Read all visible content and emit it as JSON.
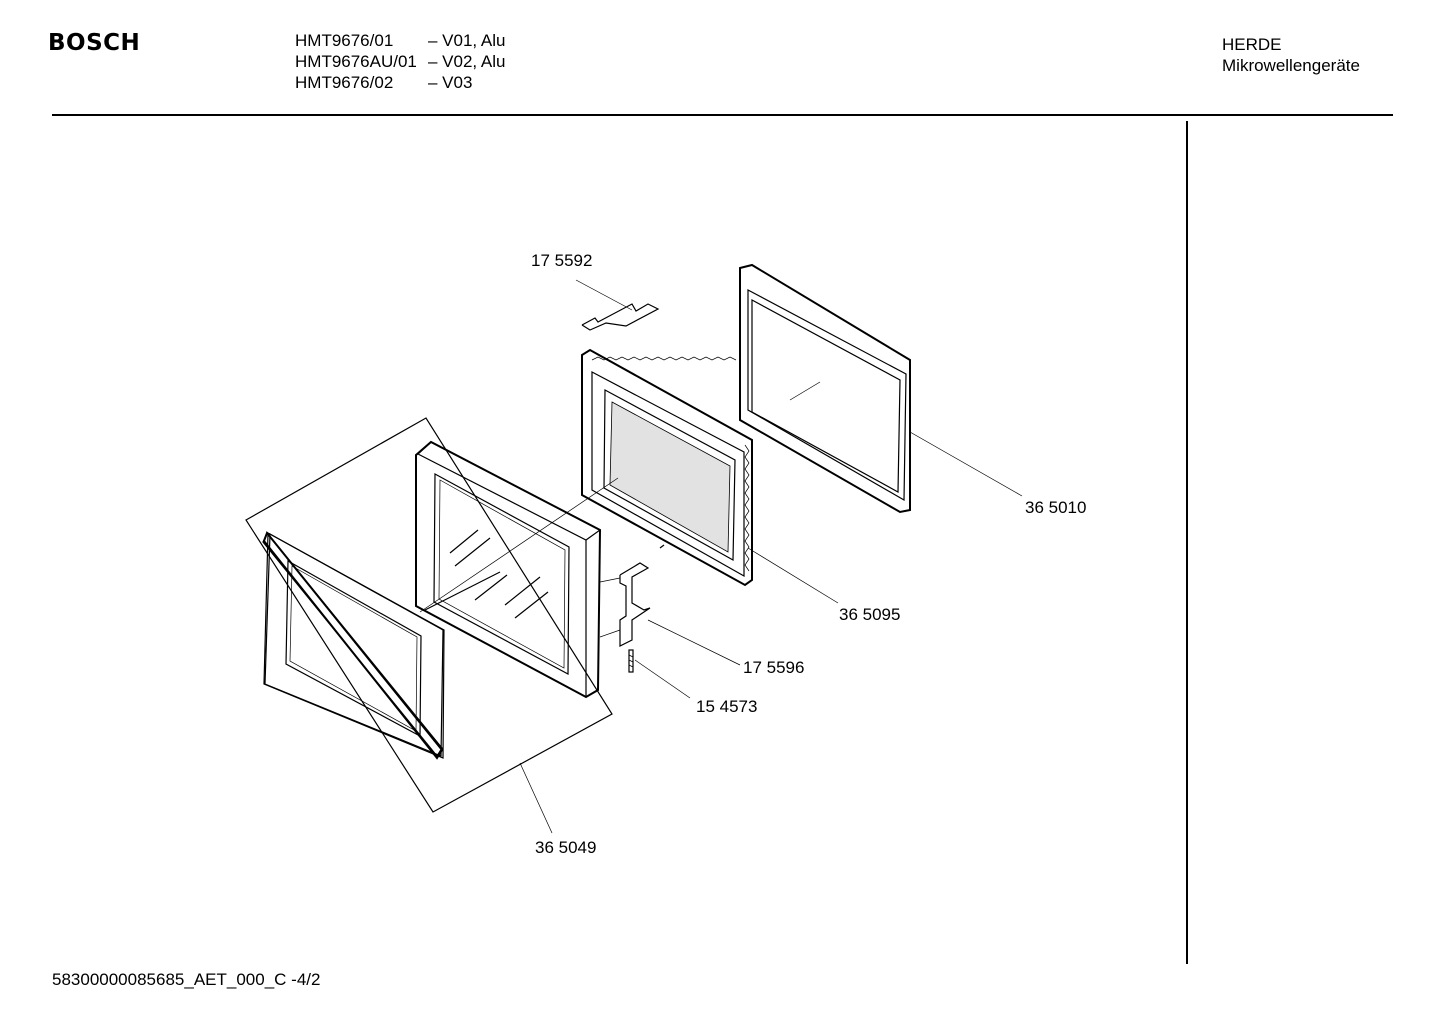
{
  "brand": "BOSCH",
  "models": [
    {
      "code": "HMT9676/01",
      "variant": "– V01, Alu"
    },
    {
      "code": "HMT9676AU/01",
      "variant": "– V02, Alu"
    },
    {
      "code": "HMT9676/02",
      "variant": "– V03"
    }
  ],
  "category": {
    "line1": "HERDE",
    "line2": "Mikrowellengeräte"
  },
  "parts": {
    "p175592": "17 5592",
    "p365010": "36 5010",
    "p365095": "36 5095",
    "p175596": "17 5596",
    "p154573": "15 4573",
    "p365049": "36 5049"
  },
  "footer": "58300000085685_AET_000_C  -4/2"
}
